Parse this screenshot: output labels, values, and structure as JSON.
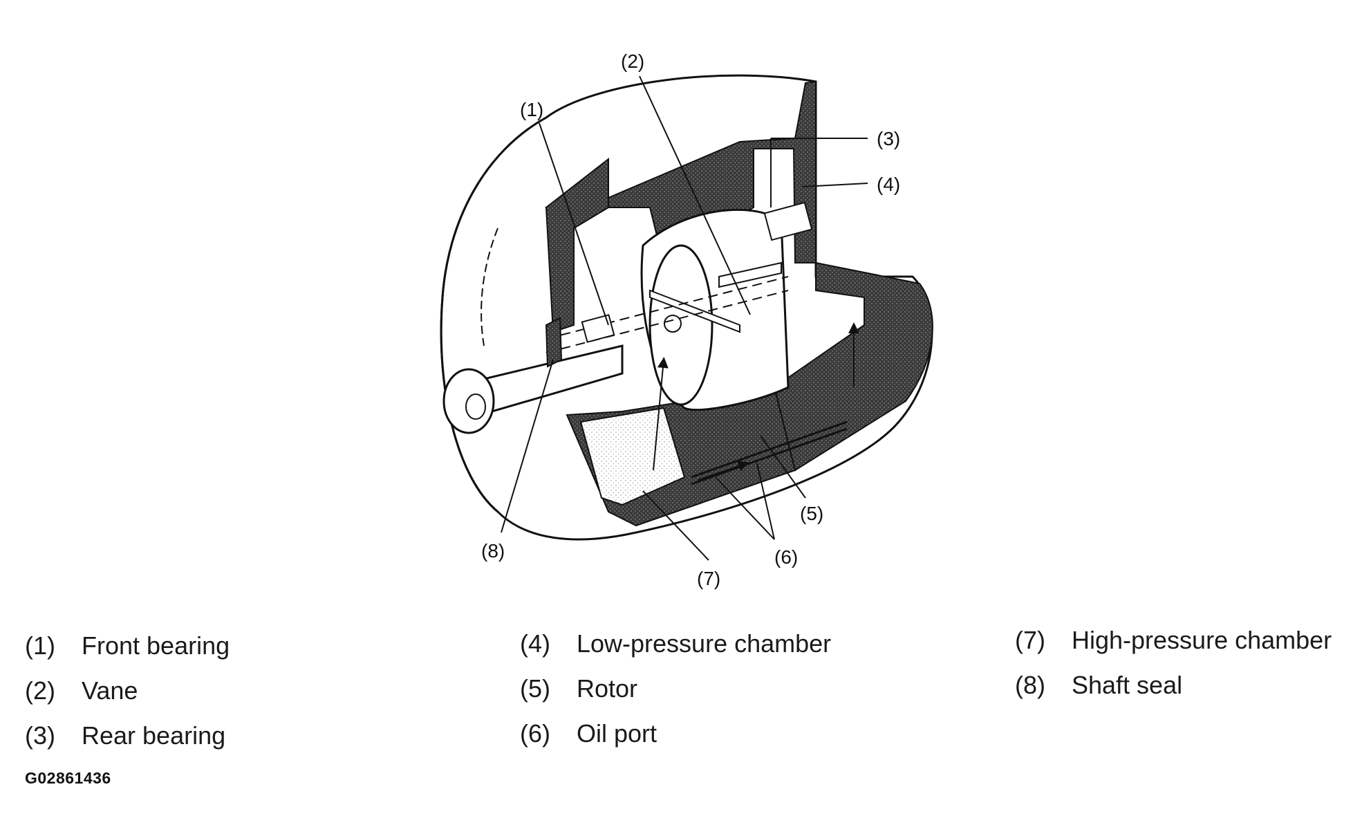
{
  "callouts": {
    "c1": "(1)",
    "c2": "(2)",
    "c3": "(3)",
    "c4": "(4)",
    "c5": "(5)",
    "c6": "(6)",
    "c7": "(7)",
    "c8": "(8)"
  },
  "legend": [
    {
      "num": "(1)",
      "label": "Front bearing"
    },
    {
      "num": "(2)",
      "label": "Vane"
    },
    {
      "num": "(3)",
      "label": "Rear bearing"
    },
    {
      "num": "(4)",
      "label": "Low-pressure chamber"
    },
    {
      "num": "(5)",
      "label": "Rotor"
    },
    {
      "num": "(6)",
      "label": "Oil port"
    },
    {
      "num": "(7)",
      "label": "High-pressure chamber"
    },
    {
      "num": "(8)",
      "label": "Shaft seal"
    }
  ],
  "figure_code": "G02861436"
}
